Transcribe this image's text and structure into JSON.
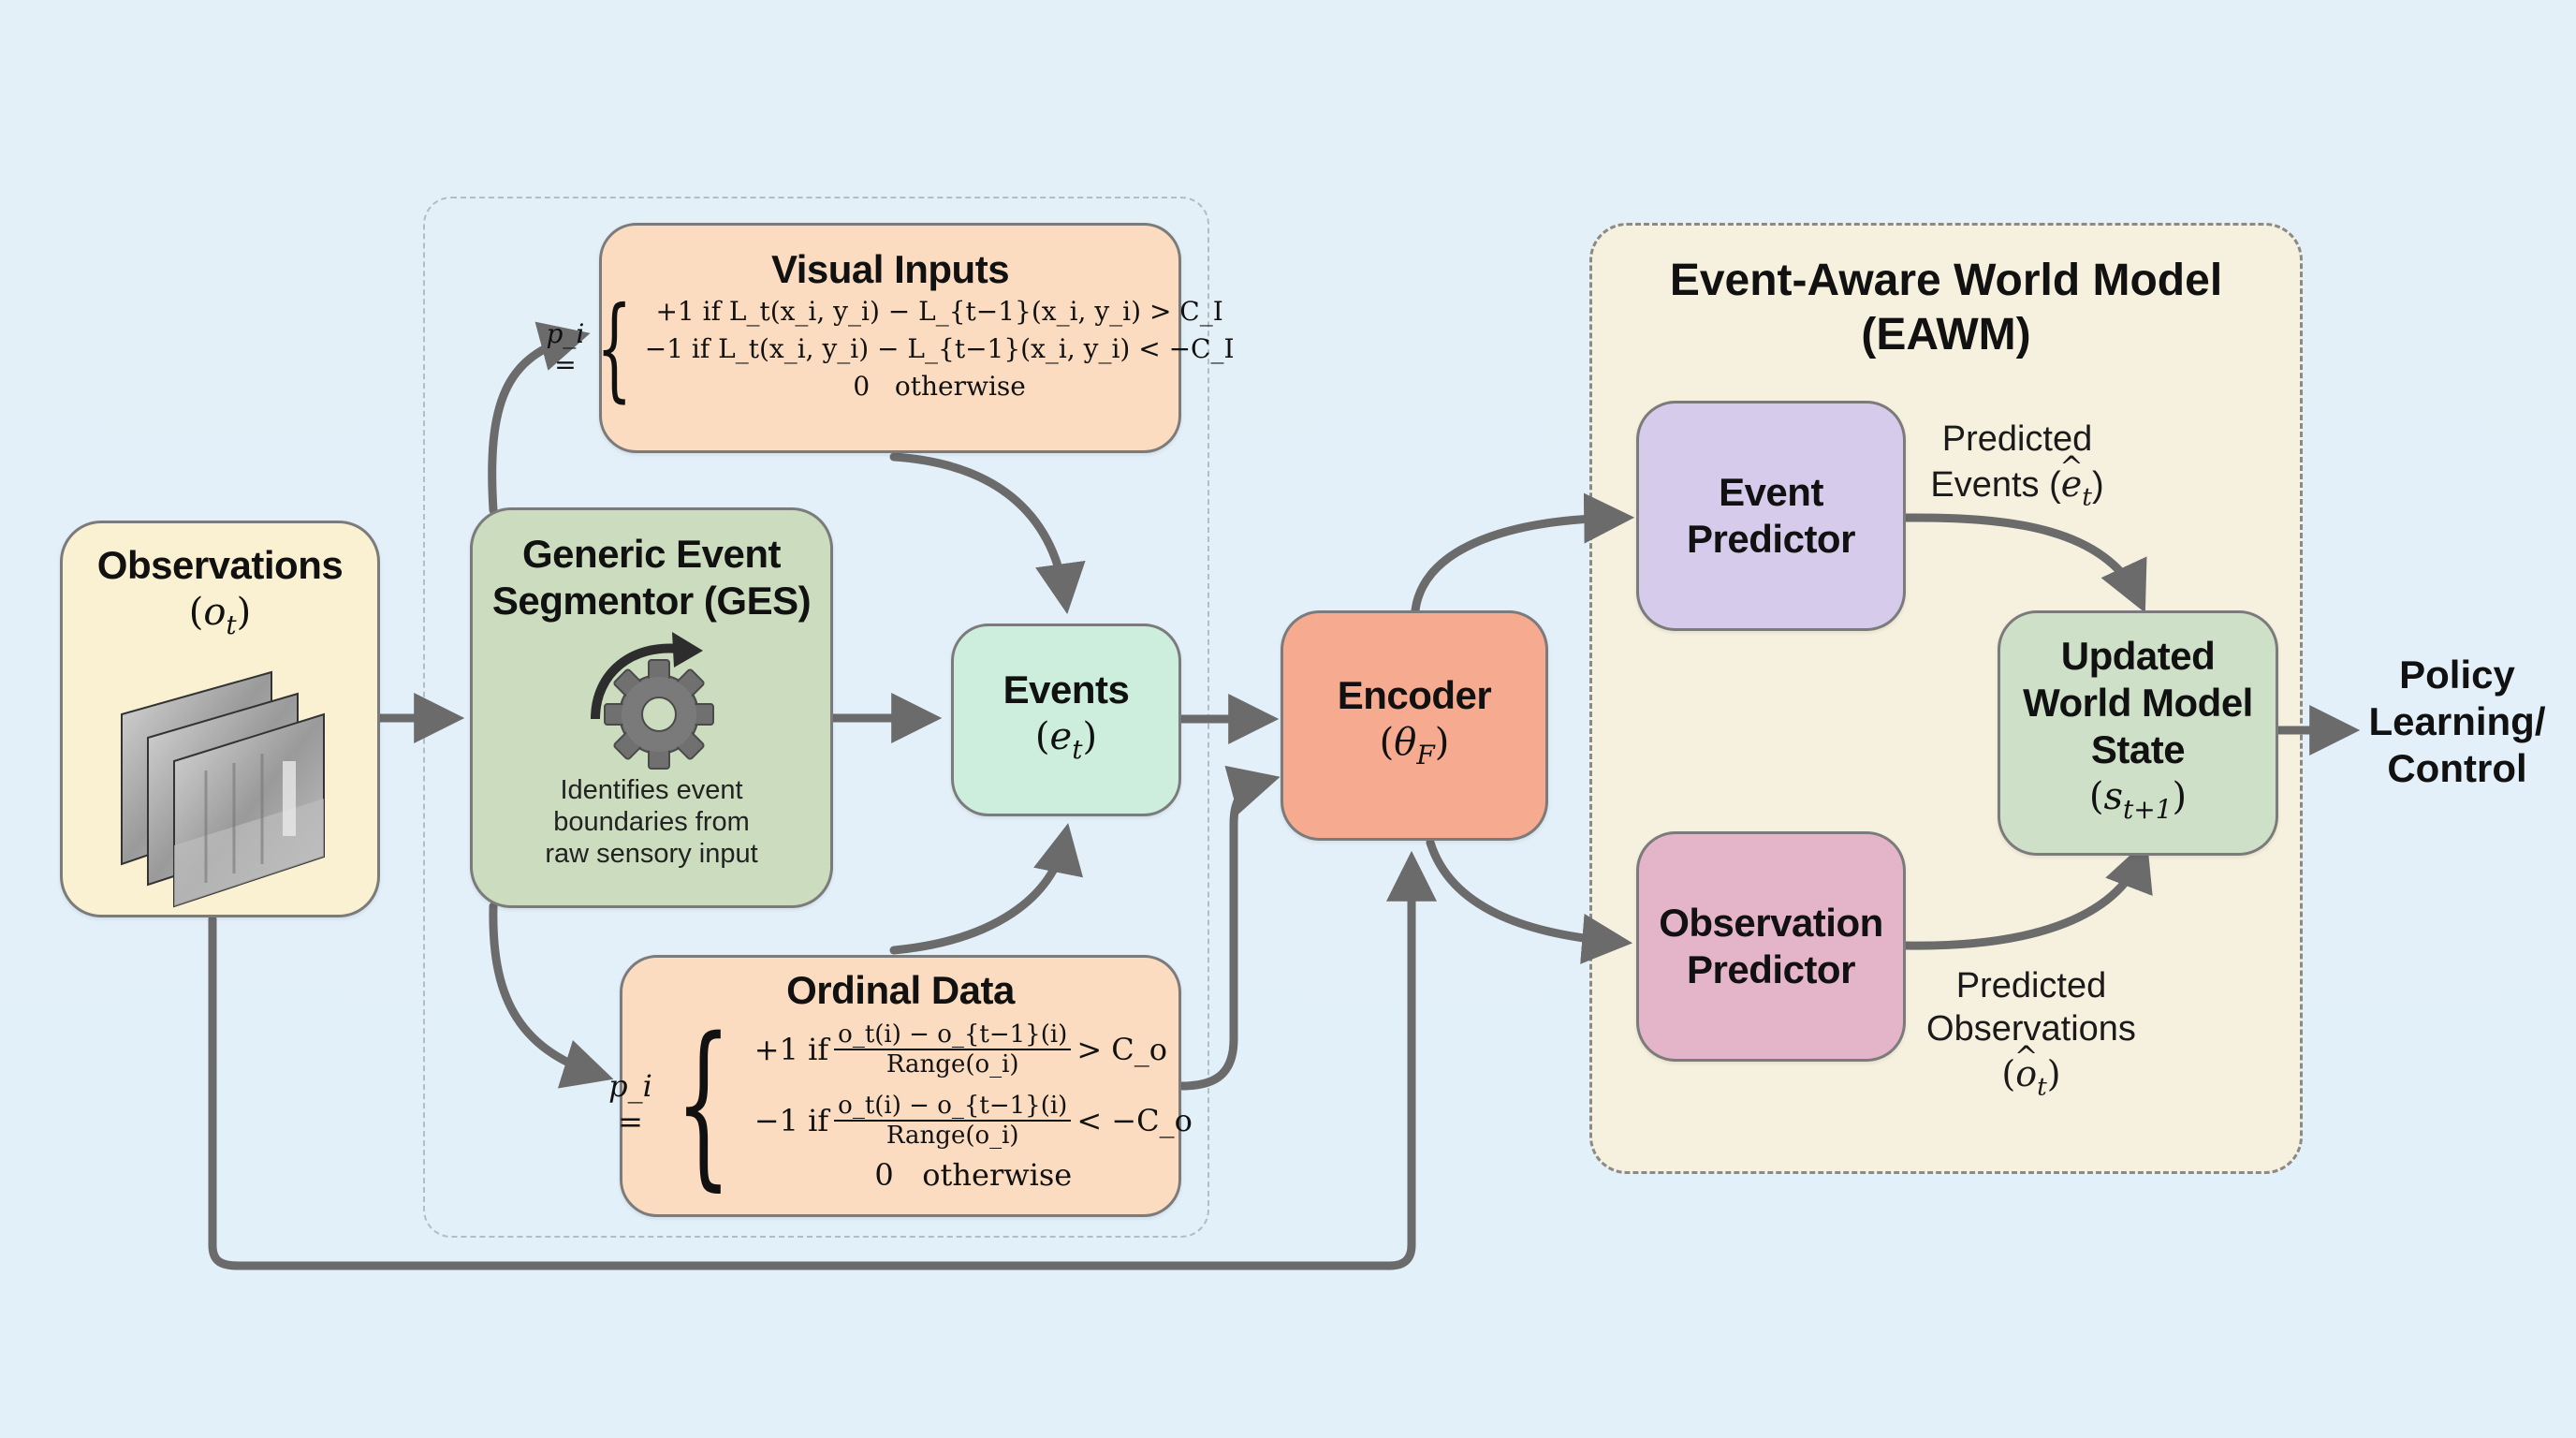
{
  "groups": {
    "ges_group": {
      "style": "dashed-light"
    },
    "eawm": {
      "title_line1": "Event-Aware World Model",
      "title_line2": "(EAWM)"
    }
  },
  "nodes": {
    "observations": {
      "title": "Observations",
      "symbol": "o",
      "symbol_sub": "t",
      "image": "stacked grayscale camera frames (hallway)"
    },
    "ges": {
      "title_line1": "Generic Event",
      "title_line2": "Segmentor (GES)",
      "icon": "rotating-gear-icon",
      "desc_line1": "Identifies event",
      "desc_line2": "boundaries from",
      "desc_line3": "raw sensory input"
    },
    "visual_inputs": {
      "title": "Visual Inputs",
      "lhs": "p_i =",
      "case1": "+1 if L_t(x_i, y_i) − L_{t−1}(x_i, y_i) > C_I",
      "case2": "−1 if L_t(x_i, y_i) − L_{t−1}(x_i, y_i) < −C_I",
      "case3": "0   otherwise"
    },
    "ordinal_data": {
      "title": "Ordinal Data",
      "lhs": "p_i =",
      "case1_prefix": "+1 if",
      "case1_num": "o_t(i) − o_{t−1}(i)",
      "case1_den": "Range(o_i)",
      "case1_suffix": "> C_o",
      "case2_prefix": "−1 if",
      "case2_num": "o_t(i) − o_{t−1}(i)",
      "case2_den": "Range(o_i)",
      "case2_suffix": "< −C_o",
      "case3": "0   otherwise"
    },
    "events": {
      "title": "Events",
      "symbol": "e",
      "symbol_sub": "t"
    },
    "encoder": {
      "title": "Encoder",
      "symbol": "θ",
      "symbol_sub": "F"
    },
    "event_predictor": {
      "title_line1": "Event",
      "title_line2": "Predictor"
    },
    "observation_predictor": {
      "title_line1": "Observation",
      "title_line2": "Predictor"
    },
    "updated_state": {
      "title_line1": "Updated",
      "title_line2": "World Model",
      "title_line3": "State",
      "symbol": "s",
      "symbol_sub": "t+1"
    },
    "policy": {
      "line1": "Policy",
      "line2": "Learning/",
      "line3": "Control"
    }
  },
  "edge_labels": {
    "predicted_events": {
      "line1": "Predicted",
      "line2_prefix": "Events (",
      "symbol": "e",
      "symbol_sub": "t",
      "line2_suffix": ")"
    },
    "predicted_observations": {
      "line1": "Predicted",
      "line2": "Observations",
      "symbol": "o",
      "symbol_sub": "t"
    }
  },
  "edges": [
    {
      "from": "observations",
      "to": "ges"
    },
    {
      "from": "ges",
      "to": "visual_inputs"
    },
    {
      "from": "ges",
      "to": "ordinal_data"
    },
    {
      "from": "ges",
      "to": "events"
    },
    {
      "from": "visual_inputs",
      "to": "events"
    },
    {
      "from": "ordinal_data",
      "to": "events"
    },
    {
      "from": "events",
      "to": "encoder"
    },
    {
      "from": "ordinal_data",
      "to": "encoder"
    },
    {
      "from": "observations",
      "to": "encoder"
    },
    {
      "from": "encoder",
      "to": "event_predictor"
    },
    {
      "from": "encoder",
      "to": "observation_predictor"
    },
    {
      "from": "event_predictor",
      "to": "updated_state",
      "label": "predicted_events"
    },
    {
      "from": "observation_predictor",
      "to": "updated_state",
      "label": "predicted_observations"
    },
    {
      "from": "updated_state",
      "to": "policy"
    }
  ],
  "colors": {
    "background": "#e3f0f9",
    "observations_fill": "#faf0d2",
    "ges_fill": "#ccdcbe",
    "formula_fill": "#fbdcc0",
    "events_fill": "#cdeedd",
    "encoder_fill": "#f6ab90",
    "event_predictor_fill": "#d6cbea",
    "observation_predictor_fill": "#e4b5c8",
    "updated_state_fill": "#cfe0c8",
    "eawm_fill": "#f6f1de",
    "arrow": "#6b6b6b"
  }
}
